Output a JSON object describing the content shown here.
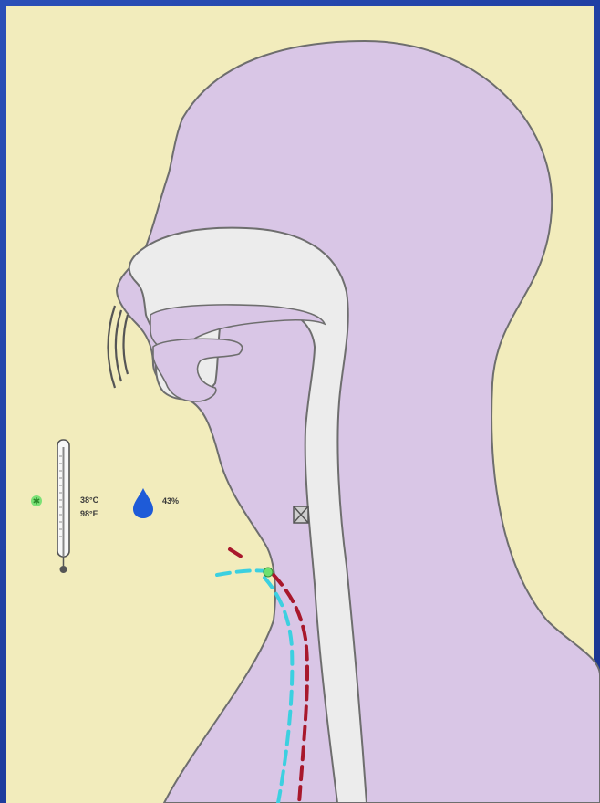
{
  "colors": {
    "slide_background": "#1f3fa8",
    "panel_background": "#f2ecbc",
    "body_fill": "#d9c6e6",
    "airway_fill": "#ececec",
    "outline": "#6e6e6e",
    "warm_tube": "#a8182c",
    "cool_tube": "#3cd0e0",
    "humidity_drop": "#1e5bd8",
    "indicator_green": "#6ee06e"
  },
  "temperature": {
    "celsius": "38°C",
    "fahrenheit": "98°F"
  },
  "humidity": {
    "value": "43%"
  },
  "icons": [
    "thermometer-icon",
    "water-drop-icon",
    "sound-wave-icon",
    "green-star-icon"
  ]
}
